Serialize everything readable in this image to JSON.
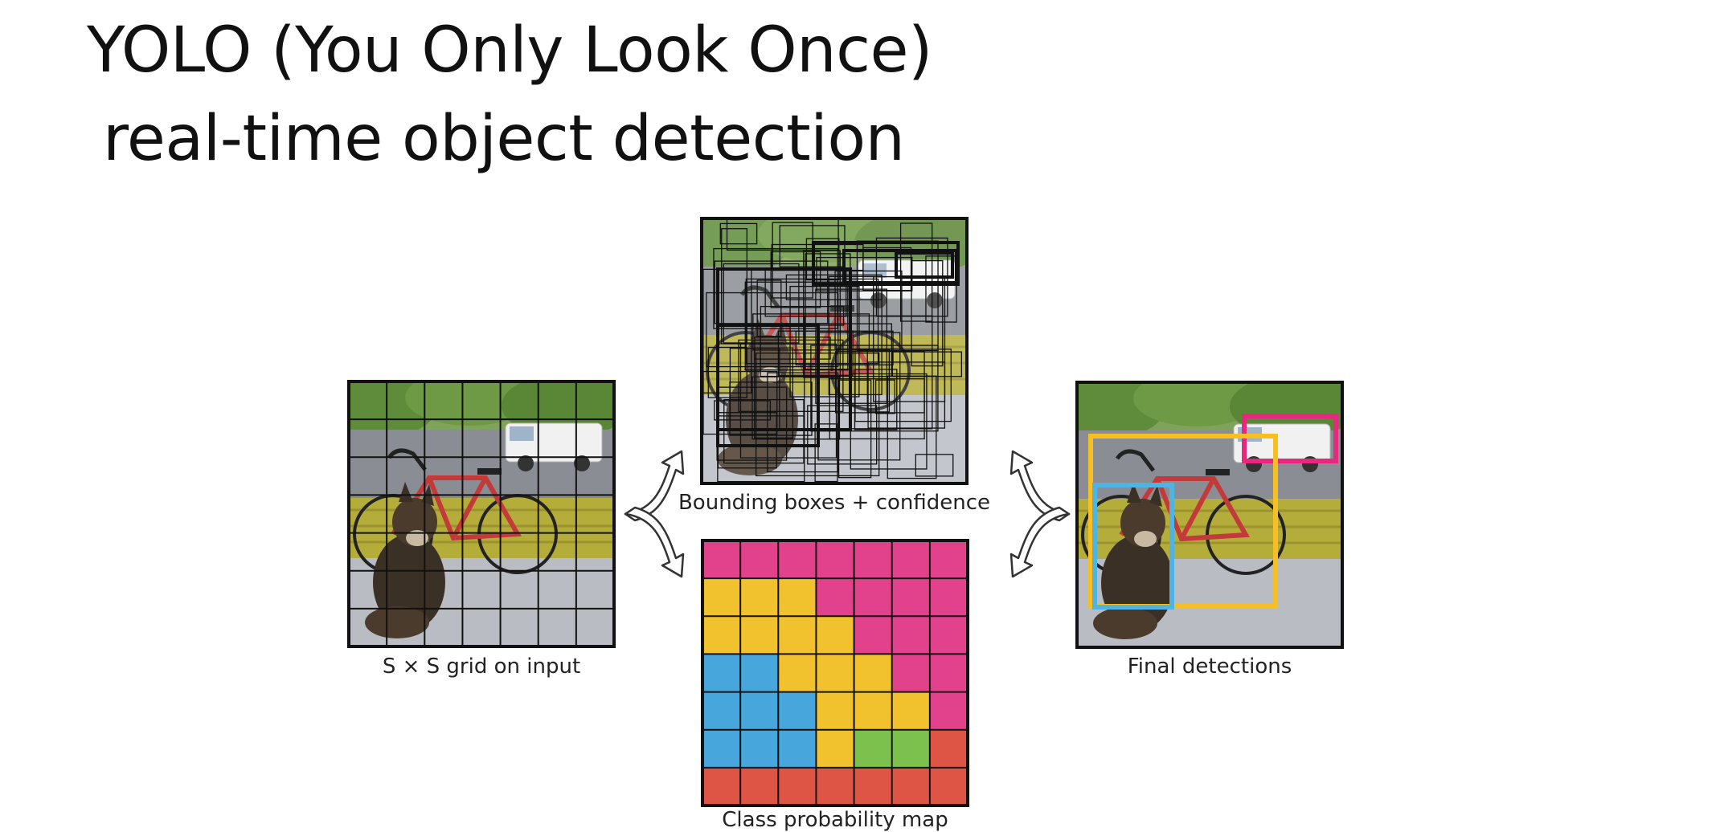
{
  "title": {
    "line1": "YOLO (You Only Look Once)",
    "line2": "real-time object detection"
  },
  "captions": {
    "grid": "S × S grid on input",
    "boxes": "Bounding boxes + confidence",
    "classmap": "Class probability map",
    "final": "Final detections"
  },
  "grid_size": 7,
  "panels": {
    "input": {
      "illustration": "dog-bicycle-truck-photo"
    },
    "boxes": {
      "illustration": "dog-bicycle-truck-photo-with-candidate-boxes"
    },
    "classmap": {
      "illustration": "class-probability-map"
    },
    "final": {
      "illustration": "dog-bicycle-truck-photo-with-detections"
    }
  },
  "class_map": [
    [
      "m",
      "m",
      "m",
      "m",
      "m",
      "m",
      "m"
    ],
    [
      "y",
      "y",
      "y",
      "m",
      "m",
      "m",
      "m"
    ],
    [
      "y",
      "y",
      "y",
      "y",
      "m",
      "m",
      "m"
    ],
    [
      "b",
      "b",
      "y",
      "y",
      "y",
      "m",
      "m"
    ],
    [
      "b",
      "b",
      "b",
      "y",
      "y",
      "y",
      "m"
    ],
    [
      "b",
      "b",
      "b",
      "y",
      "g",
      "g",
      "r"
    ],
    [
      "r",
      "r",
      "r",
      "r",
      "r",
      "r",
      "r"
    ]
  ],
  "colors": {
    "magenta": "#e2418c",
    "yellow": "#f2c12e",
    "blue": "#47a6dc",
    "green": "#7cc04e",
    "red": "#df5545",
    "detection_dog": "#4fb3e3",
    "detection_bicycle": "#f6bf26",
    "detection_car": "#e6297f"
  },
  "arrows": [
    {
      "name": "arrow-input-to-boxes"
    },
    {
      "name": "arrow-input-to-classmap"
    },
    {
      "name": "arrow-boxes-to-final"
    },
    {
      "name": "arrow-classmap-to-final"
    }
  ]
}
